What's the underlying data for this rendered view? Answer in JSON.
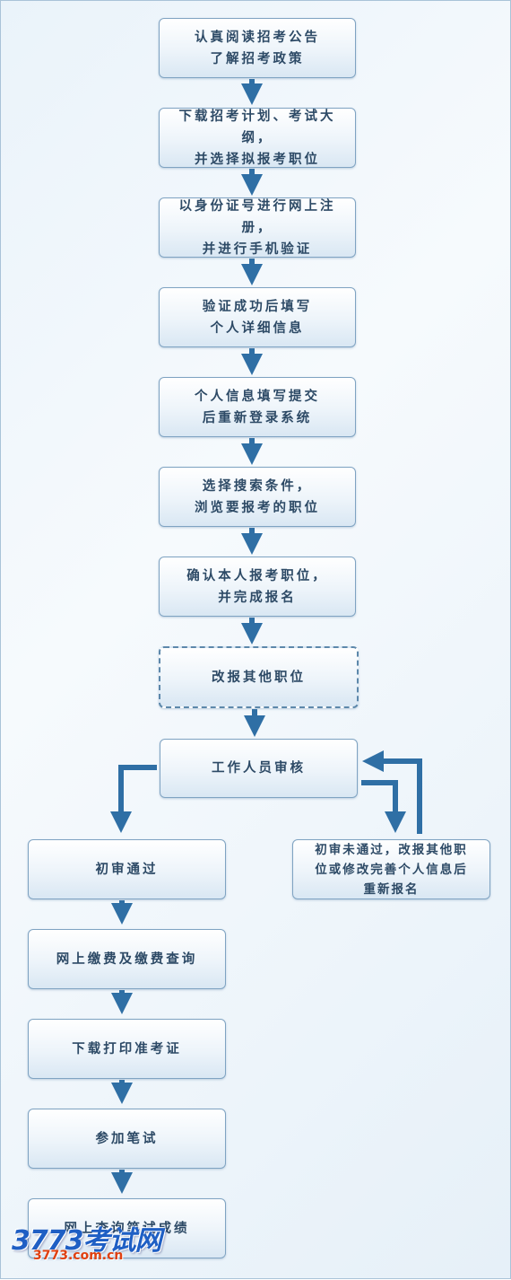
{
  "steps": {
    "s1": [
      "认真阅读招考公告",
      "了解招考政策"
    ],
    "s2": [
      "下载招考计划、考试大纲，",
      "并选择拟报考职位"
    ],
    "s3": [
      "以身份证号进行网上注册，",
      "并进行手机验证"
    ],
    "s4": [
      "验证成功后填写",
      "个人详细信息"
    ],
    "s5": [
      "个人信息填写提交",
      "后重新登录系统"
    ],
    "s6": [
      "选择搜索条件，",
      "浏览要报考的职位"
    ],
    "s7": [
      "确认本人报考职位，",
      "并完成报名"
    ],
    "s8": [
      "改报其他职位"
    ],
    "s9": [
      "工作人员审核"
    ],
    "pass": [
      "初审通过"
    ],
    "fail": [
      "初审未通过，改报其他职",
      "位或修改完善个人信息后",
      "重新报名"
    ],
    "pay": [
      "网上缴费及缴费查询"
    ],
    "print": [
      "下载打印准考证"
    ],
    "exam": [
      "参加笔试"
    ],
    "result": [
      "网上查询笔试成绩"
    ]
  },
  "watermark": {
    "logo_text": "3773考试网",
    "url": "3773.com.cn"
  },
  "colors": {
    "arrow": "#2f6fa5",
    "box_border": "#7fa3c2",
    "text": "#2d4a66",
    "logo_blue": "#1f5fc4",
    "logo_red": "#e04010"
  }
}
